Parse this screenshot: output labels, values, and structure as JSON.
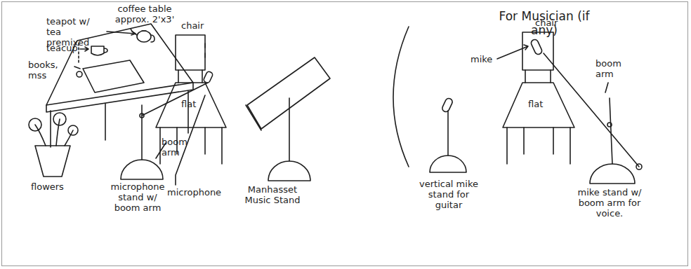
{
  "diagram": {
    "labels": [
      "coffee table approx. 2'x3'",
      "teapot w/ tea premixed",
      "teacup",
      "books, mss",
      "flowers",
      "microphone stand w/ boom arm",
      "chair",
      "flat",
      "boom arm",
      "microphone",
      "Manhasset Music Stand",
      "For Musician (if any)",
      "mike",
      "chair",
      "flat",
      "boom arm",
      "vertical mike stand for guitar",
      "mike stand w/ boom arm for voice."
    ]
  }
}
